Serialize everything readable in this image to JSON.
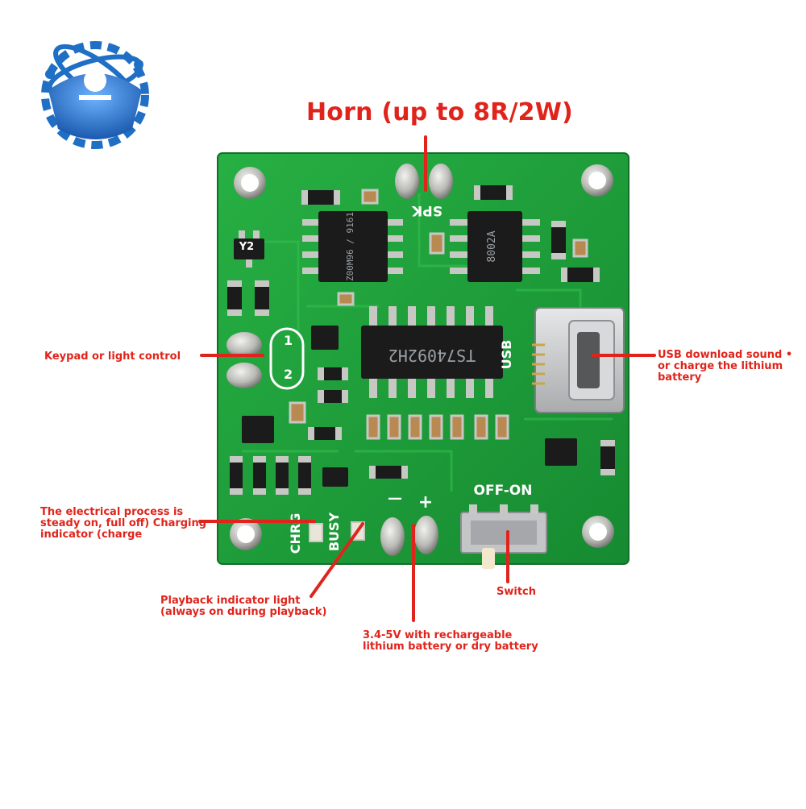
{
  "image": {
    "kind": "product photo",
    "subject": "green circuit board module"
  },
  "colors": {
    "annotation": "#e0241b",
    "pcb": "#1fa23a",
    "chip": "#1b1b1c",
    "pad": "#c9c9c6",
    "logo_blue": "#1f6fc4"
  },
  "logo": {
    "icon": "gear-atom-logo"
  },
  "annotations": {
    "horn": "Horn (up to 8R/2W)",
    "keypad": "Keypad or light control",
    "usb": "USB download sound •\nor charge the lithium\nbattery",
    "charging": "The electrical process is\nsteady on, full off) Charging\nindicator (charge",
    "playback": "Playback indicator light\n(always on during playback)",
    "power": "3.4-5V with rechargeable\nlithium battery or dry battery",
    "switch": "Switch"
  },
  "board": {
    "silkscreen": {
      "spk": "SPK",
      "usb": "USB",
      "off_on": "OFF-ON",
      "chrg": "CHRG",
      "busy": "BUSY",
      "minus": "—",
      "plus": "+",
      "key1": "1",
      "key2": "2",
      "y2": "Y2"
    },
    "chips": {
      "amp": "8002A",
      "main": "TS74092H2"
    }
  }
}
